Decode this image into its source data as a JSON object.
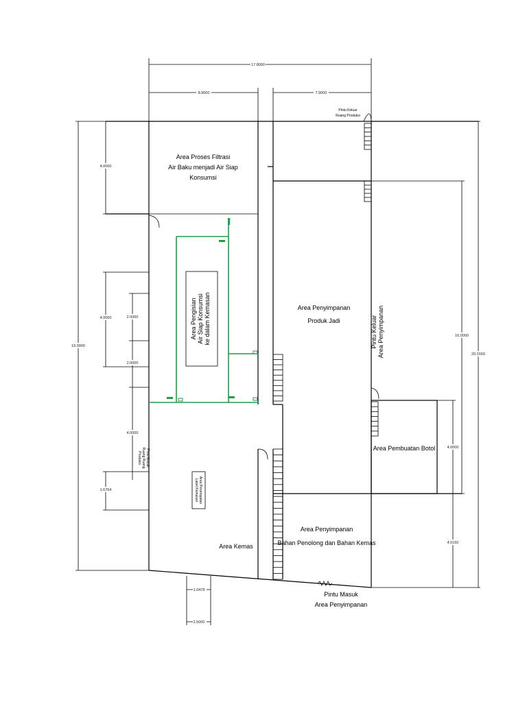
{
  "dimensions": {
    "total_width": "17.8000",
    "left_width": "8.9000",
    "right_width": "7.9000",
    "left_height_total": "19.0000",
    "filter_height": "4.0000",
    "filling_height": "4.0000",
    "sub_a": "2.0000",
    "sub_b": "2.0000",
    "sub_c": "4.0000",
    "sub_d": "1.6764",
    "right_inner_height": "16.0000",
    "right_total_height": "20.0160",
    "bottle_height": "4.0000",
    "lower_right_height": "4.0160",
    "door_small": "1.0478",
    "door_wide": "2.5000"
  },
  "rooms": {
    "filter_lines": [
      "Area Proses Filtrasi",
      "Air Baku menjadi Air Siap",
      "Konsumsi"
    ],
    "filling_lines": [
      "Area Pengisian",
      "Air Siap Konsumsi",
      "ke dalam Kemasan"
    ],
    "storage_products_lines": [
      "Area Penyimpanan",
      "Produk Jadi"
    ],
    "bottle": "Area Pembuatan Botol",
    "storage_materials_lines": [
      "Area Penyimpanan",
      "Bahan Penolong dan Bahan Kemas"
    ],
    "packaging": "Area Kemas",
    "small_area_lines": [
      "Area Penempatan",
      "Label Kemasan"
    ]
  },
  "doors": {
    "exit_production_lines": [
      "Pintu Keluar",
      "Ruang Produksi"
    ],
    "exit_storage_lines": [
      "Pintu Keluar",
      "Area Penyimpanan"
    ],
    "entry_production_lines": [
      "Pintu Masuk",
      "Ruang Ruang",
      "Produksi"
    ],
    "entry_storage_lines": [
      "Pintu Masuk",
      "Area Penyimpanan"
    ]
  },
  "colors": {
    "wall": "#000000",
    "filling_line": "#1f9e45"
  }
}
